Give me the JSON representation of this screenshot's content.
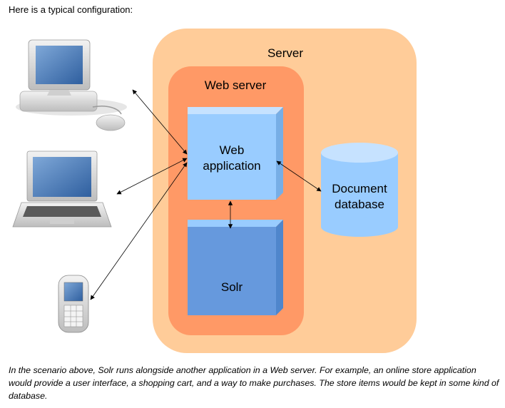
{
  "intro_text": "Here is a typical configuration:",
  "caption_text": "In the scenario above, Solr runs alongside another application in a Web server. For example, an online store application would provide a user interface, a shopping cart, and a way to make purchases. The store items would be kept in some kind of database.",
  "diagram": {
    "server_label": "Server",
    "web_server_label": "Web server",
    "web_app_label_line1": "Web",
    "web_app_label_line2": "application",
    "solr_label": "Solr",
    "database_label_line1": "Document",
    "database_label_line2": "database"
  },
  "colors": {
    "server_fill": "#ffcc99",
    "web_server_fill": "#ff9966",
    "web_app_fill": "#99ccff",
    "solr_fill": "#6699dd",
    "database_fill": "#99ccff"
  },
  "icons": [
    "desktop-computer-icon",
    "laptop-icon",
    "mobile-phone-icon"
  ]
}
